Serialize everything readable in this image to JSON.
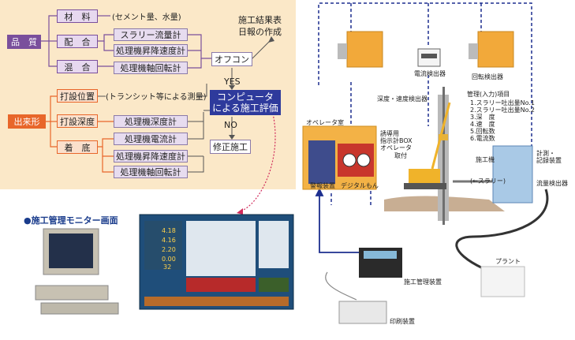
{
  "quality": {
    "category": "品　質",
    "items": [
      "材　料",
      "配　合",
      "混　合"
    ],
    "material_note": "(セメント量、水量)",
    "mix_detail": "スラリー流量計",
    "mix_detail2": "処理機昇降速度計",
    "blend_detail": "処理機軸回転計"
  },
  "output": {
    "category": "出来形",
    "items": [
      "打設位置",
      "打設深度",
      "着　底"
    ],
    "position_note": "(トランシット等による測量)",
    "depth_detail": "処理機深度計",
    "bottom_details": [
      "処理機電流計",
      "処理機昇降速度計",
      "処理機軸回転計"
    ]
  },
  "flow": {
    "result_report": "施工結果表\n日報の作成",
    "offcon": "オフコン",
    "yes": "YES",
    "computer_line1": "コンピュータ",
    "computer_line2": "による施工評価",
    "no": "NO",
    "fix": "修正施工"
  },
  "monitor": {
    "title": "●施工管理モニター画面",
    "readouts": [
      "4.18",
      "4.16",
      "2.20",
      "0.00",
      "32"
    ]
  },
  "system": {
    "current_detector": "電流検出器",
    "rotation_detector": "回転検出器",
    "depth_speed_detector": "深度・速度検出器",
    "operator_room": "オペレータ室",
    "warning_device": "警報装置",
    "digital_display": "デジタルもん",
    "guide_box": "誘導用\n指示計BOX\nオペレータ",
    "attachment": "取付",
    "management_title": "管理(入力)項目",
    "management_items": [
      "1.スラリー吐出量No.1",
      "2.スラリー吐出量No.2",
      "3.深　度",
      "4.速　度",
      "5.回転数",
      "6.電流数"
    ],
    "measure_device": "計測・\n記録装置",
    "treatment_machine": "施工機",
    "slurry": "(←スラリー)",
    "flow_detector": "流量検出器",
    "plant": "プラント",
    "control_device": "施工管理装置",
    "printer": "印刷装置"
  },
  "colors": {
    "panel_bg": "#fbe8c8",
    "purple": "#7a4f9c",
    "orange": "#e8662a",
    "navy": "#2e3a9c",
    "dashed_blue": "#1d2f8f"
  }
}
